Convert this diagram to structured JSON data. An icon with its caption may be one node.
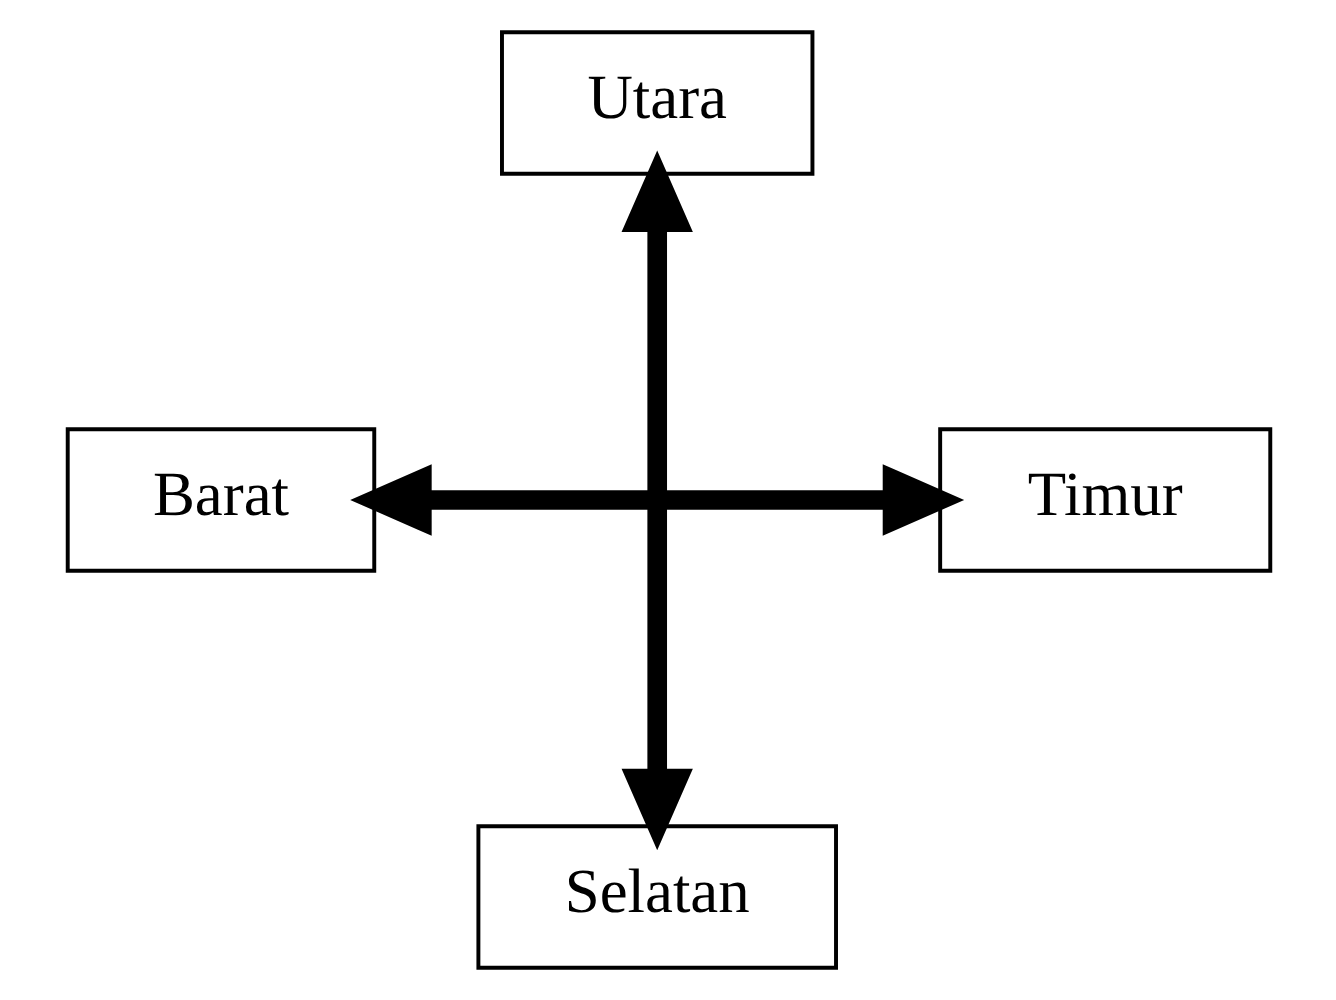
{
  "diagram": {
    "nodes": [
      {
        "text": [
          "Utara"
        ]
      },
      {
        "text": [
          "Barat"
        ]
      },
      {
        "text": [
          "Timur"
        ]
      },
      {
        "text": [
          "Selatan"
        ]
      }
    ],
    "edges": [
      {
        "from": 0,
        "to": 3,
        "arrow": "both"
      },
      {
        "from": 1,
        "to": 2,
        "arrow": "both"
      }
    ]
  }
}
